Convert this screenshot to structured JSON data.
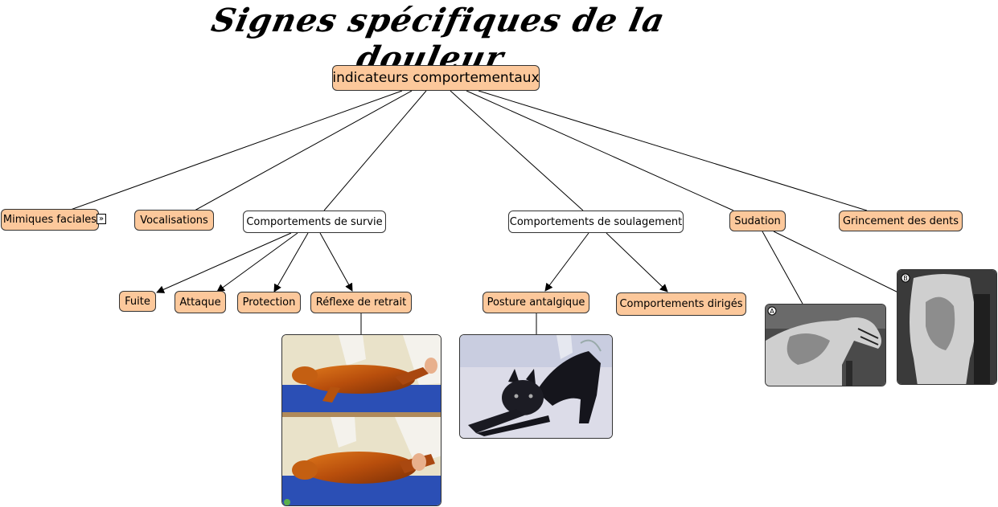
{
  "title": "Signes spécifiques de la douleur",
  "root": "indicateurs comportementaux",
  "categories": {
    "mimiques": "Mimiques faciales",
    "vocalisations": "Vocalisations",
    "survie": "Comportements de survie",
    "soulagement": "Comportements de soulagement",
    "sudation": "Sudation",
    "grincement": "Grincement des dents"
  },
  "survie_children": {
    "fuite": "Fuite",
    "attaque": "Attaque",
    "protection": "Protection",
    "reflexe": "Réflexe de retrait"
  },
  "soulagement_children": {
    "posture": "Posture antalgique",
    "diriges": "Comportements dirigés"
  },
  "expand_icon": "double-chevron-right-icon",
  "photo_labels": {
    "horse_a": "A",
    "horse_b": "B"
  },
  "colors": {
    "node_fill": "#fcc89b",
    "node_border": "#333333",
    "line": "#000000"
  }
}
